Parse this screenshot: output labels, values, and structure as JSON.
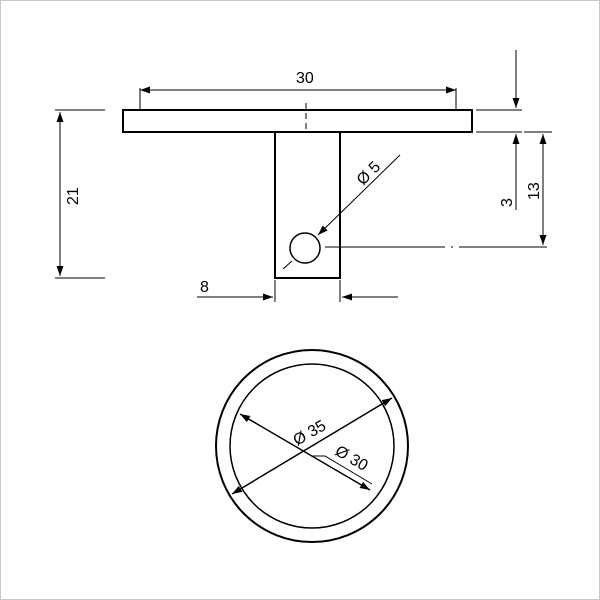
{
  "drawing": {
    "dimensions": {
      "top_width": "30",
      "plate_thickness": "3",
      "hole_offset": "13",
      "total_height": "21",
      "stem_width": "8",
      "hole_diameter": "Ø 5",
      "outer_diameter": "Ø 35",
      "inner_diameter": "Ø 30"
    },
    "colors": {
      "line": "#000000",
      "frame": "#c8c8c8",
      "background": "#ffffff"
    }
  }
}
